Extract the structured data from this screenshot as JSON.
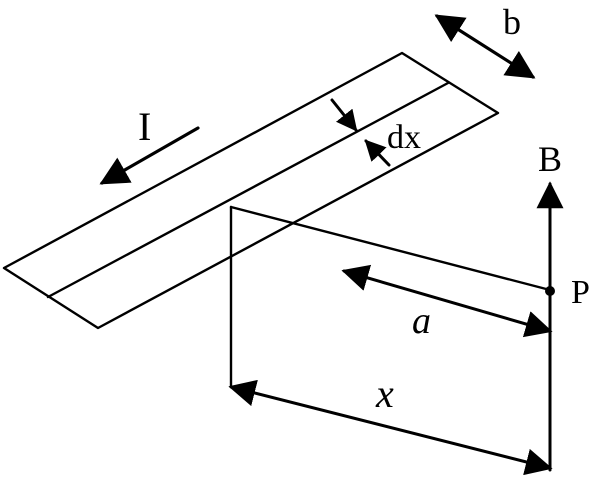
{
  "labels": {
    "current": "I",
    "width": "b",
    "strip_width": "dx",
    "field": "B",
    "point": "P",
    "distance_a": "a",
    "distance_x": "x"
  },
  "colors": {
    "ink": "#000000",
    "background": "#ffffff"
  }
}
